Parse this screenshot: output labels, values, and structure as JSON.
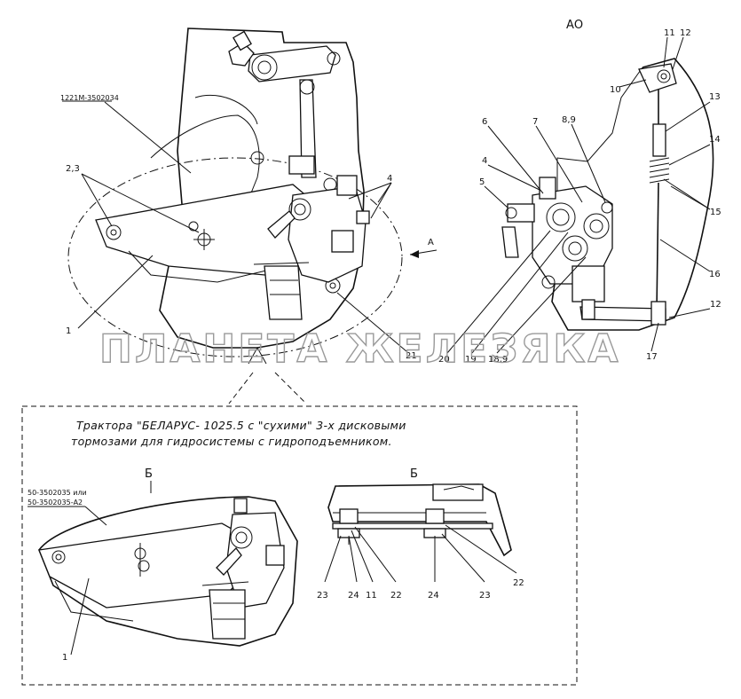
{
  "part_codes": {
    "housing": "1221М-3502034",
    "alt_housing": "50-3502035 или",
    "alt_housing_2": "50-3502035-А2"
  },
  "view_titles": {
    "view_a": "АО",
    "section_b1": "Б",
    "section_b2": "Б",
    "arrow_a": "А"
  },
  "callouts": {
    "main": [
      "1",
      "2,3",
      "4",
      "21"
    ],
    "view_a": [
      "4",
      "5",
      "6",
      "7",
      "8,9",
      "10",
      "11",
      "12",
      "13",
      "14",
      "15",
      "16",
      "12",
      "17",
      "18,9",
      "19",
      "20"
    ],
    "lower_left": [
      "1"
    ],
    "section": [
      "23",
      "24",
      "11",
      "22",
      "24",
      "23",
      "22"
    ]
  },
  "note": {
    "line1": "Трактора \"БЕЛАРУС- 1025.5 с \"сухими\" 3-х дисковыми",
    "line2": "тормозами для гидросистемы с гидроподъемником."
  },
  "watermark": "ПЛАНЕТА ЖЕЛЕЗЯКА"
}
